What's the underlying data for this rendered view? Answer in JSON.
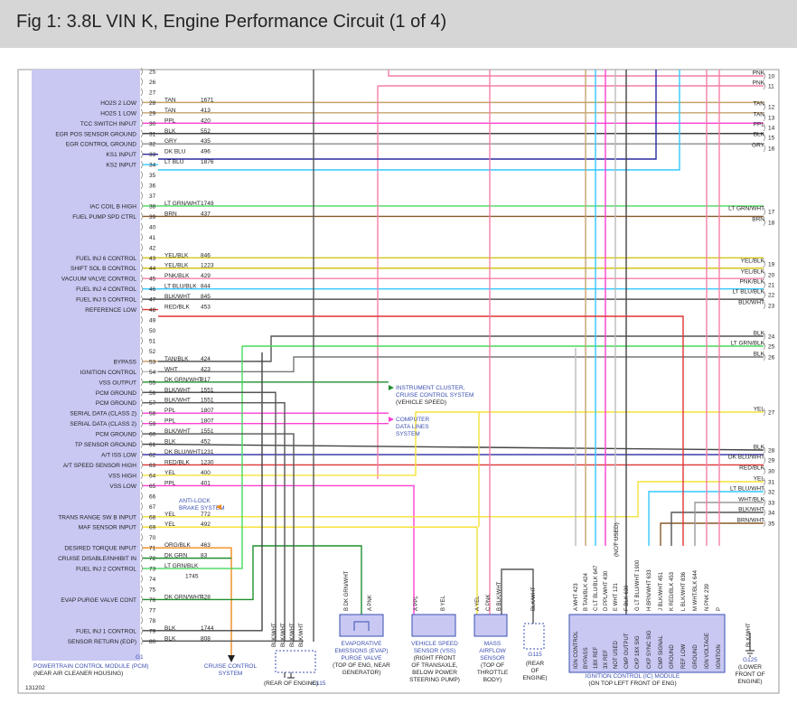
{
  "header": {
    "title": "Fig 1: 3.8L VIN K, Engine Performance Circuit (1 of 4)"
  },
  "colors": {
    "pcm_fill": "#c9c8f3",
    "module_blue": "#3a4fb0",
    "header_bg": "#d6d6d6"
  },
  "pcm": {
    "name": "POWERTRAIN CONTROL MODULE (PCM)",
    "location": "(NEAR AIR CLEANER HOUSING)",
    "connector": "G1",
    "figure_id": "131202"
  },
  "pins": [
    {
      "pin": "25",
      "label": "",
      "wire": "",
      "circuit": ""
    },
    {
      "pin": "26",
      "label": "",
      "wire": "",
      "circuit": ""
    },
    {
      "pin": "27",
      "label": "",
      "wire": "",
      "circuit": ""
    },
    {
      "pin": "28",
      "label": "HO2S 2 LOW",
      "wire": "TAN",
      "circuit": "1671"
    },
    {
      "pin": "29",
      "label": "HO2S 1 LOW",
      "wire": "TAN",
      "circuit": "413"
    },
    {
      "pin": "30",
      "label": "TCC SWITCH INPUT",
      "wire": "PPL",
      "circuit": "420"
    },
    {
      "pin": "31",
      "label": "EGR POS SENSOR GROUND",
      "wire": "BLK",
      "circuit": "552"
    },
    {
      "pin": "32",
      "label": "EGR CONTROL GROUND",
      "wire": "GRY",
      "circuit": "435"
    },
    {
      "pin": "33",
      "label": "KS1 INPUT",
      "wire": "DK BLU",
      "circuit": "496"
    },
    {
      "pin": "34",
      "label": "KS2 INPUT",
      "wire": "LT BLU",
      "circuit": "1876"
    },
    {
      "pin": "35",
      "label": "",
      "wire": "",
      "circuit": ""
    },
    {
      "pin": "36",
      "label": "",
      "wire": "",
      "circuit": ""
    },
    {
      "pin": "37",
      "label": "",
      "wire": "",
      "circuit": ""
    },
    {
      "pin": "38",
      "label": "IAC COIL B HIGH",
      "wire": "LT GRN/WHT",
      "circuit": "1749"
    },
    {
      "pin": "39",
      "label": "FUEL PUMP SPD CTRL",
      "wire": "BRN",
      "circuit": "437"
    },
    {
      "pin": "40",
      "label": "",
      "wire": "",
      "circuit": ""
    },
    {
      "pin": "41",
      "label": "",
      "wire": "",
      "circuit": ""
    },
    {
      "pin": "42",
      "label": "",
      "wire": "",
      "circuit": ""
    },
    {
      "pin": "43",
      "label": "FUEL INJ 6 CONTROL",
      "wire": "YEL/BLK",
      "circuit": "846"
    },
    {
      "pin": "44",
      "label": "SHIFT SOL B CONTROL",
      "wire": "YEL/BLK",
      "circuit": "1223"
    },
    {
      "pin": "45",
      "label": "VACUUM VALVE CONTROL",
      "wire": "PNK/BLK",
      "circuit": "429"
    },
    {
      "pin": "46",
      "label": "FUEL INJ 4 CONTROL",
      "wire": "LT BLU/BLK",
      "circuit": "844"
    },
    {
      "pin": "47",
      "label": "FUEL INJ 5 CONTROL",
      "wire": "BLK/WHT",
      "circuit": "845"
    },
    {
      "pin": "48",
      "label": "REFERENCE LOW",
      "wire": "RED/BLK",
      "circuit": "453"
    },
    {
      "pin": "49",
      "label": "",
      "wire": "",
      "circuit": ""
    },
    {
      "pin": "50",
      "label": "",
      "wire": "",
      "circuit": ""
    },
    {
      "pin": "51",
      "label": "",
      "wire": "",
      "circuit": ""
    },
    {
      "pin": "52",
      "label": "",
      "wire": "",
      "circuit": ""
    },
    {
      "pin": "53",
      "label": "BYPASS",
      "wire": "TAN/BLK",
      "circuit": "424"
    },
    {
      "pin": "54",
      "label": "IGNITION CONTROL",
      "wire": "WHT",
      "circuit": "423"
    },
    {
      "pin": "55",
      "label": "VSS OUTPUT",
      "wire": "DK GRN/WHT",
      "circuit": "817"
    },
    {
      "pin": "56",
      "label": "PCM GROUND",
      "wire": "BLK/WHT",
      "circuit": "1551"
    },
    {
      "pin": "57",
      "label": "PCM GROUND",
      "wire": "BLK/WHT",
      "circuit": "1551"
    },
    {
      "pin": "58",
      "label": "SERIAL DATA (CLASS 2)",
      "wire": "PPL",
      "circuit": "1807"
    },
    {
      "pin": "59",
      "label": "SERIAL DATA (CLASS 2)",
      "wire": "PPL",
      "circuit": "1807"
    },
    {
      "pin": "60",
      "label": "PCM GROUND",
      "wire": "BLK/WHT",
      "circuit": "1551"
    },
    {
      "pin": "61",
      "label": "TP SENSOR GROUND",
      "wire": "BLK",
      "circuit": "452"
    },
    {
      "pin": "62",
      "label": "A/T ISS LOW",
      "wire": "DK BLU/WHT",
      "circuit": "1231"
    },
    {
      "pin": "63",
      "label": "A/T SPEED SENSOR HIGH",
      "wire": "RED/BLK",
      "circuit": "1230"
    },
    {
      "pin": "64",
      "label": "VSS HIGH",
      "wire": "YEL",
      "circuit": "400"
    },
    {
      "pin": "65",
      "label": "VSS LOW",
      "wire": "PPL",
      "circuit": "401"
    },
    {
      "pin": "66",
      "label": "",
      "wire": "",
      "circuit": ""
    },
    {
      "pin": "67",
      "label": "",
      "wire": "",
      "circuit": ""
    },
    {
      "pin": "68",
      "label": "TRANS RANGE SW B INPUT",
      "wire": "YEL",
      "circuit": "772"
    },
    {
      "pin": "69",
      "label": "MAF SENSOR INPUT",
      "wire": "YEL",
      "circuit": "492"
    },
    {
      "pin": "70",
      "label": "",
      "wire": "",
      "circuit": ""
    },
    {
      "pin": "71",
      "label": "DESIRED TORQUE INPUT",
      "wire": "ORG/BLK",
      "circuit": "463"
    },
    {
      "pin": "72",
      "label": "CRUISE DISABLE/INHIBIT IN",
      "wire": "DK GRN",
      "circuit": "83"
    },
    {
      "pin": "73",
      "label": "FUEL INJ 2 CONTROL",
      "wire": "LT GRN/BLK",
      "circuit": ""
    },
    {
      "pin": "74",
      "label": "",
      "wire": "",
      "circuit": "1745"
    },
    {
      "pin": "75",
      "label": "",
      "wire": "",
      "circuit": ""
    },
    {
      "pin": "76",
      "label": "EVAP PURGE VALVE CONT",
      "wire": "DK GRN/WHT",
      "circuit": "428"
    },
    {
      "pin": "77",
      "label": "",
      "wire": "",
      "circuit": ""
    },
    {
      "pin": "78",
      "label": "",
      "wire": "",
      "circuit": ""
    },
    {
      "pin": "79",
      "label": "FUEL INJ 1 CONTROL",
      "wire": "BLK",
      "circuit": "1744"
    },
    {
      "pin": "80",
      "label": "SENSOR RETURN (EOP)",
      "wire": "BLK",
      "circuit": "808"
    }
  ],
  "right_terminals": [
    {
      "num": "10",
      "wire": "PNK"
    },
    {
      "num": "11",
      "wire": "PNK"
    },
    {
      "num": "12",
      "wire": "TAN"
    },
    {
      "num": "13",
      "wire": "TAN"
    },
    {
      "num": "14",
      "wire": "PPL"
    },
    {
      "num": "15",
      "wire": "BLK"
    },
    {
      "num": "16",
      "wire": "GRY"
    },
    {
      "num": "17",
      "wire": "LT GRN/WHT"
    },
    {
      "num": "18",
      "wire": "BRN"
    },
    {
      "num": "19",
      "wire": "YEL/BLK"
    },
    {
      "num": "20",
      "wire": "YEL/BLK"
    },
    {
      "num": "21",
      "wire": "PNK/BLK"
    },
    {
      "num": "22",
      "wire": "LT BLU/BLK"
    },
    {
      "num": "23",
      "wire": "BLK/WHT"
    },
    {
      "num": "24",
      "wire": "BLK"
    },
    {
      "num": "25",
      "wire": "LT GRN/BLK"
    },
    {
      "num": "26",
      "wire": "BLK"
    },
    {
      "num": "27",
      "wire": "YEL"
    },
    {
      "num": "28",
      "wire": "BLK"
    },
    {
      "num": "29",
      "wire": "DK BLU/WHT"
    },
    {
      "num": "30",
      "wire": "RED/BLK"
    },
    {
      "num": "31",
      "wire": "YEL"
    },
    {
      "num": "32",
      "wire": "LT BLU/WHT"
    },
    {
      "num": "33",
      "wire": "WHT/BLK"
    },
    {
      "num": "34",
      "wire": "BLK/WHT"
    },
    {
      "num": "35",
      "wire": "BRN/WHT"
    }
  ],
  "notes": {
    "instrument_cluster": [
      "INSTRUMENT CLUSTER,",
      "CRUISE CONTROL SYSTEM",
      "(VEHICLE SPEED)"
    ],
    "computer_data": [
      "COMPUTER",
      "DATA LINES",
      "SYSTEM"
    ],
    "anti_lock": [
      "ANTI-LOCK",
      "BRAKE SYSTEM"
    ]
  },
  "components": {
    "cruise": [
      "CRUISE CONTROL",
      "SYSTEM"
    ],
    "g115_left": {
      "id": "G115",
      "desc": "(REAR OF ENGINE)",
      "wires": [
        "BLK/WHT",
        "BLK/WHT",
        "BLK/WHT",
        "BLK/WHT"
      ]
    },
    "evap": {
      "name": [
        "EVAPORATIVE",
        "EMISSIONS (EVAP)",
        "PURGE VALVE",
        "(TOP OF ENG, NEAR",
        "GENERATOR)"
      ],
      "pins": [
        "B DK GRN/WHT",
        "A PNK"
      ]
    },
    "vss": {
      "name": [
        "VEHICLE SPEED",
        "SENSOR (VSS)",
        "(RIGHT FRONT",
        "OF TRANSAXLE,",
        "BELOW POWER",
        "STEERING PUMP)"
      ],
      "pins": [
        "A PPL",
        "B YEL"
      ]
    },
    "maf": {
      "name": [
        "MASS",
        "AIRFLOW",
        "SENSOR",
        "(TOP OF",
        "THROTTLE",
        "BODY)"
      ],
      "pins": [
        "A YEL",
        "C PNK",
        "B BLK/WHT"
      ]
    },
    "g115_right": {
      "id": "G115",
      "desc": [
        "(REAR",
        "OF",
        "ENGINE)"
      ],
      "wire": "BLK/WHT"
    },
    "icm": {
      "name": "IGNITION CONTROL (IC) MODULE",
      "location": "(ON TOP LEFT FRONT OF ENG)",
      "not_used": "(NOT USED)",
      "pins": [
        {
          "letter": "A",
          "wire": "WHT",
          "circuit": "423",
          "label": "IGN CONTROL"
        },
        {
          "letter": "B",
          "wire": "TAN/BLK",
          "circuit": "424",
          "label": "BYPASS"
        },
        {
          "letter": "C",
          "wire": "LT BLU/BLK",
          "circuit": "647",
          "label": "18X REF"
        },
        {
          "letter": "D",
          "wire": "PPL/WHT",
          "circuit": "430",
          "label": "3X REF"
        },
        {
          "letter": "E",
          "wire": "WHT",
          "circuit": "121",
          "label": "NOT USED"
        },
        {
          "letter": "F",
          "wire": "BLK",
          "circuit": "630",
          "label": "CMP OUTPUT"
        },
        {
          "letter": "G",
          "wire": "LT BLU/WHT",
          "circuit": "1900",
          "label": "CKP 18X SIG"
        },
        {
          "letter": "H",
          "wire": "BRN/WHT",
          "circuit": "633",
          "label": "CKP SYNC SIG"
        },
        {
          "letter": "J",
          "wire": "BLK/WHT",
          "circuit": "451",
          "label": "CMP SIGNAL"
        },
        {
          "letter": "K",
          "wire": "RED/BLK",
          "circuit": "453",
          "label": "GROUND"
        },
        {
          "letter": "L",
          "wire": "BLK/WHT",
          "circuit": "836",
          "label": "REF LOW"
        },
        {
          "letter": "M",
          "wire": "WHT/BLK",
          "circuit": "644",
          "label": "GROUND"
        },
        {
          "letter": "N",
          "wire": "PNK",
          "circuit": "239",
          "label": "IGN VOLTAGE"
        },
        {
          "letter": "P",
          "wire": "",
          "circuit": "",
          "label": "IGNITION"
        }
      ]
    },
    "g125": {
      "id": "G125",
      "desc": [
        "(LOWER",
        "FRONT OF",
        "ENGINE)"
      ],
      "wire": "BLK/WHT"
    }
  }
}
